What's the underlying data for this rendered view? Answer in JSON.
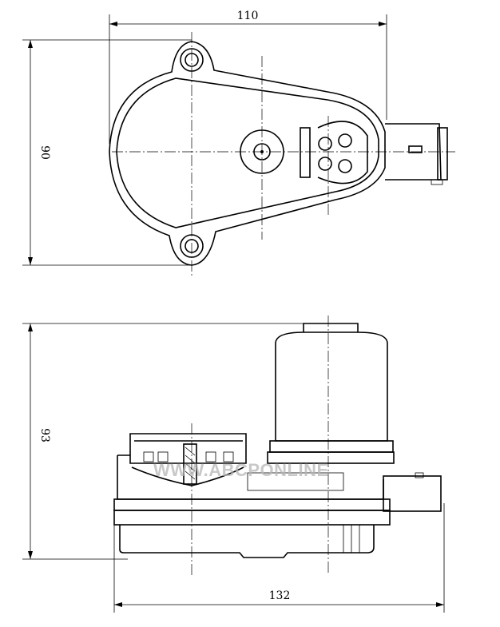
{
  "dimensions": {
    "top_width": "110",
    "top_height": "90",
    "side_height": "93",
    "side_width": "132"
  },
  "watermark": "WWW.ABCPONLINE"
}
